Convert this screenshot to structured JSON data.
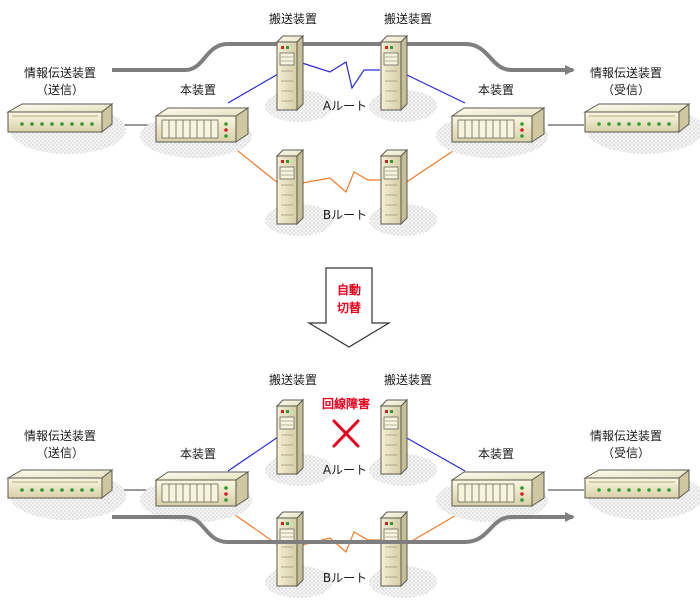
{
  "sections": [
    {
      "id": "top",
      "labels": {
        "sender_name": "情報伝送装置",
        "sender_role": "（送信）",
        "receiver_name": "情報伝送装置",
        "receiver_role": "（受信）",
        "main_left": "本装置",
        "main_right": "本装置",
        "transport_left": "搬送装置",
        "transport_right": "搬送装置",
        "route_a": "Aルート",
        "route_b": "Bルート"
      },
      "active_route": "A"
    },
    {
      "id": "bottom",
      "labels": {
        "sender_name": "情報伝送装置",
        "sender_role": "（送信）",
        "receiver_name": "情報伝送装置",
        "receiver_role": "（受信）",
        "main_left": "本装置",
        "main_right": "本装置",
        "transport_left": "搬送装置",
        "transport_right": "搬送装置",
        "route_a": "Aルート",
        "route_b": "Bルート",
        "fault": "回線障害"
      },
      "active_route": "B"
    }
  ],
  "switch": {
    "line1": "自動",
    "line2": "切替"
  },
  "colors": {
    "route_a": "#2a2ad8",
    "route_b": "#f07a2a",
    "flow_arrow": "#7f7f7f",
    "fault_mark": "#e8001c",
    "device_body": "#efe9c8",
    "device_dark": "#5a5a50"
  }
}
